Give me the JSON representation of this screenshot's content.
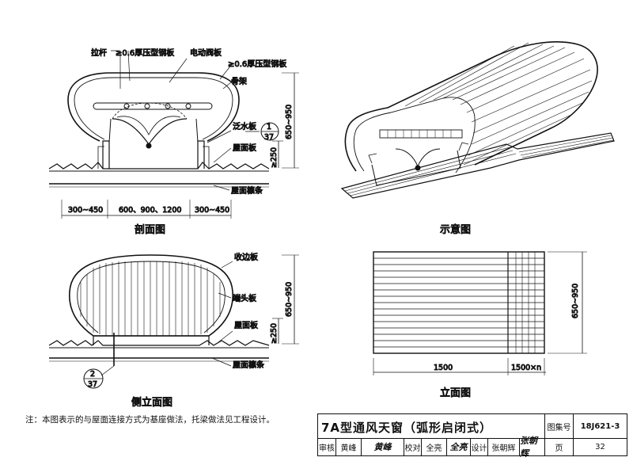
{
  "section_view": {
    "labels": {
      "pull_rod": "拉杆",
      "steel_plate_1": "≥0.6厚压型钢板",
      "electric_damper": "电动阀板",
      "steel_plate_2": "≥0.6厚压型钢板",
      "frame": "骨架",
      "flashing": "泛水板",
      "roof_panel": "屋面板",
      "purlin": "屋面檩条"
    },
    "detail_ref": {
      "top": "1",
      "bottom": "37"
    },
    "dims": {
      "left": "300~450",
      "middle": "600、900、1200",
      "right": "300~450",
      "height": "650~950",
      "curb": "≥250"
    },
    "caption": "剖面图"
  },
  "schematic_view": {
    "caption": "示意图"
  },
  "side_elevation": {
    "labels": {
      "edge_trim": "收边板",
      "end_plate": "端头板",
      "roof_panel": "屋面板",
      "purlin": "屋面檩条"
    },
    "detail_ref": {
      "top": "2",
      "bottom": "37"
    },
    "dims": {
      "height": "650~950",
      "curb": "≥250"
    },
    "caption": "侧立面图"
  },
  "elevation": {
    "dims": {
      "width": "1500",
      "repeat": "1500×n",
      "height": "650~950"
    },
    "caption": "立面图"
  },
  "note": "注：本图表示的与屋面连接方式为基座做法，托梁做法见工程设计。",
  "title_block": {
    "title": "7A型通风天窗（弧形启闭式）",
    "atlas_no_label": "图集号",
    "atlas_no": "18J621-3",
    "review_label": "审核",
    "reviewer": "黄峰",
    "reviewer_sig": "黄峰",
    "check_label": "校对",
    "checker": "全亮",
    "checker_sig": "全亮",
    "design_label": "设计",
    "designer": "张朝辉",
    "designer_sig": "张朝辉",
    "page_label": "页",
    "page": "32"
  }
}
